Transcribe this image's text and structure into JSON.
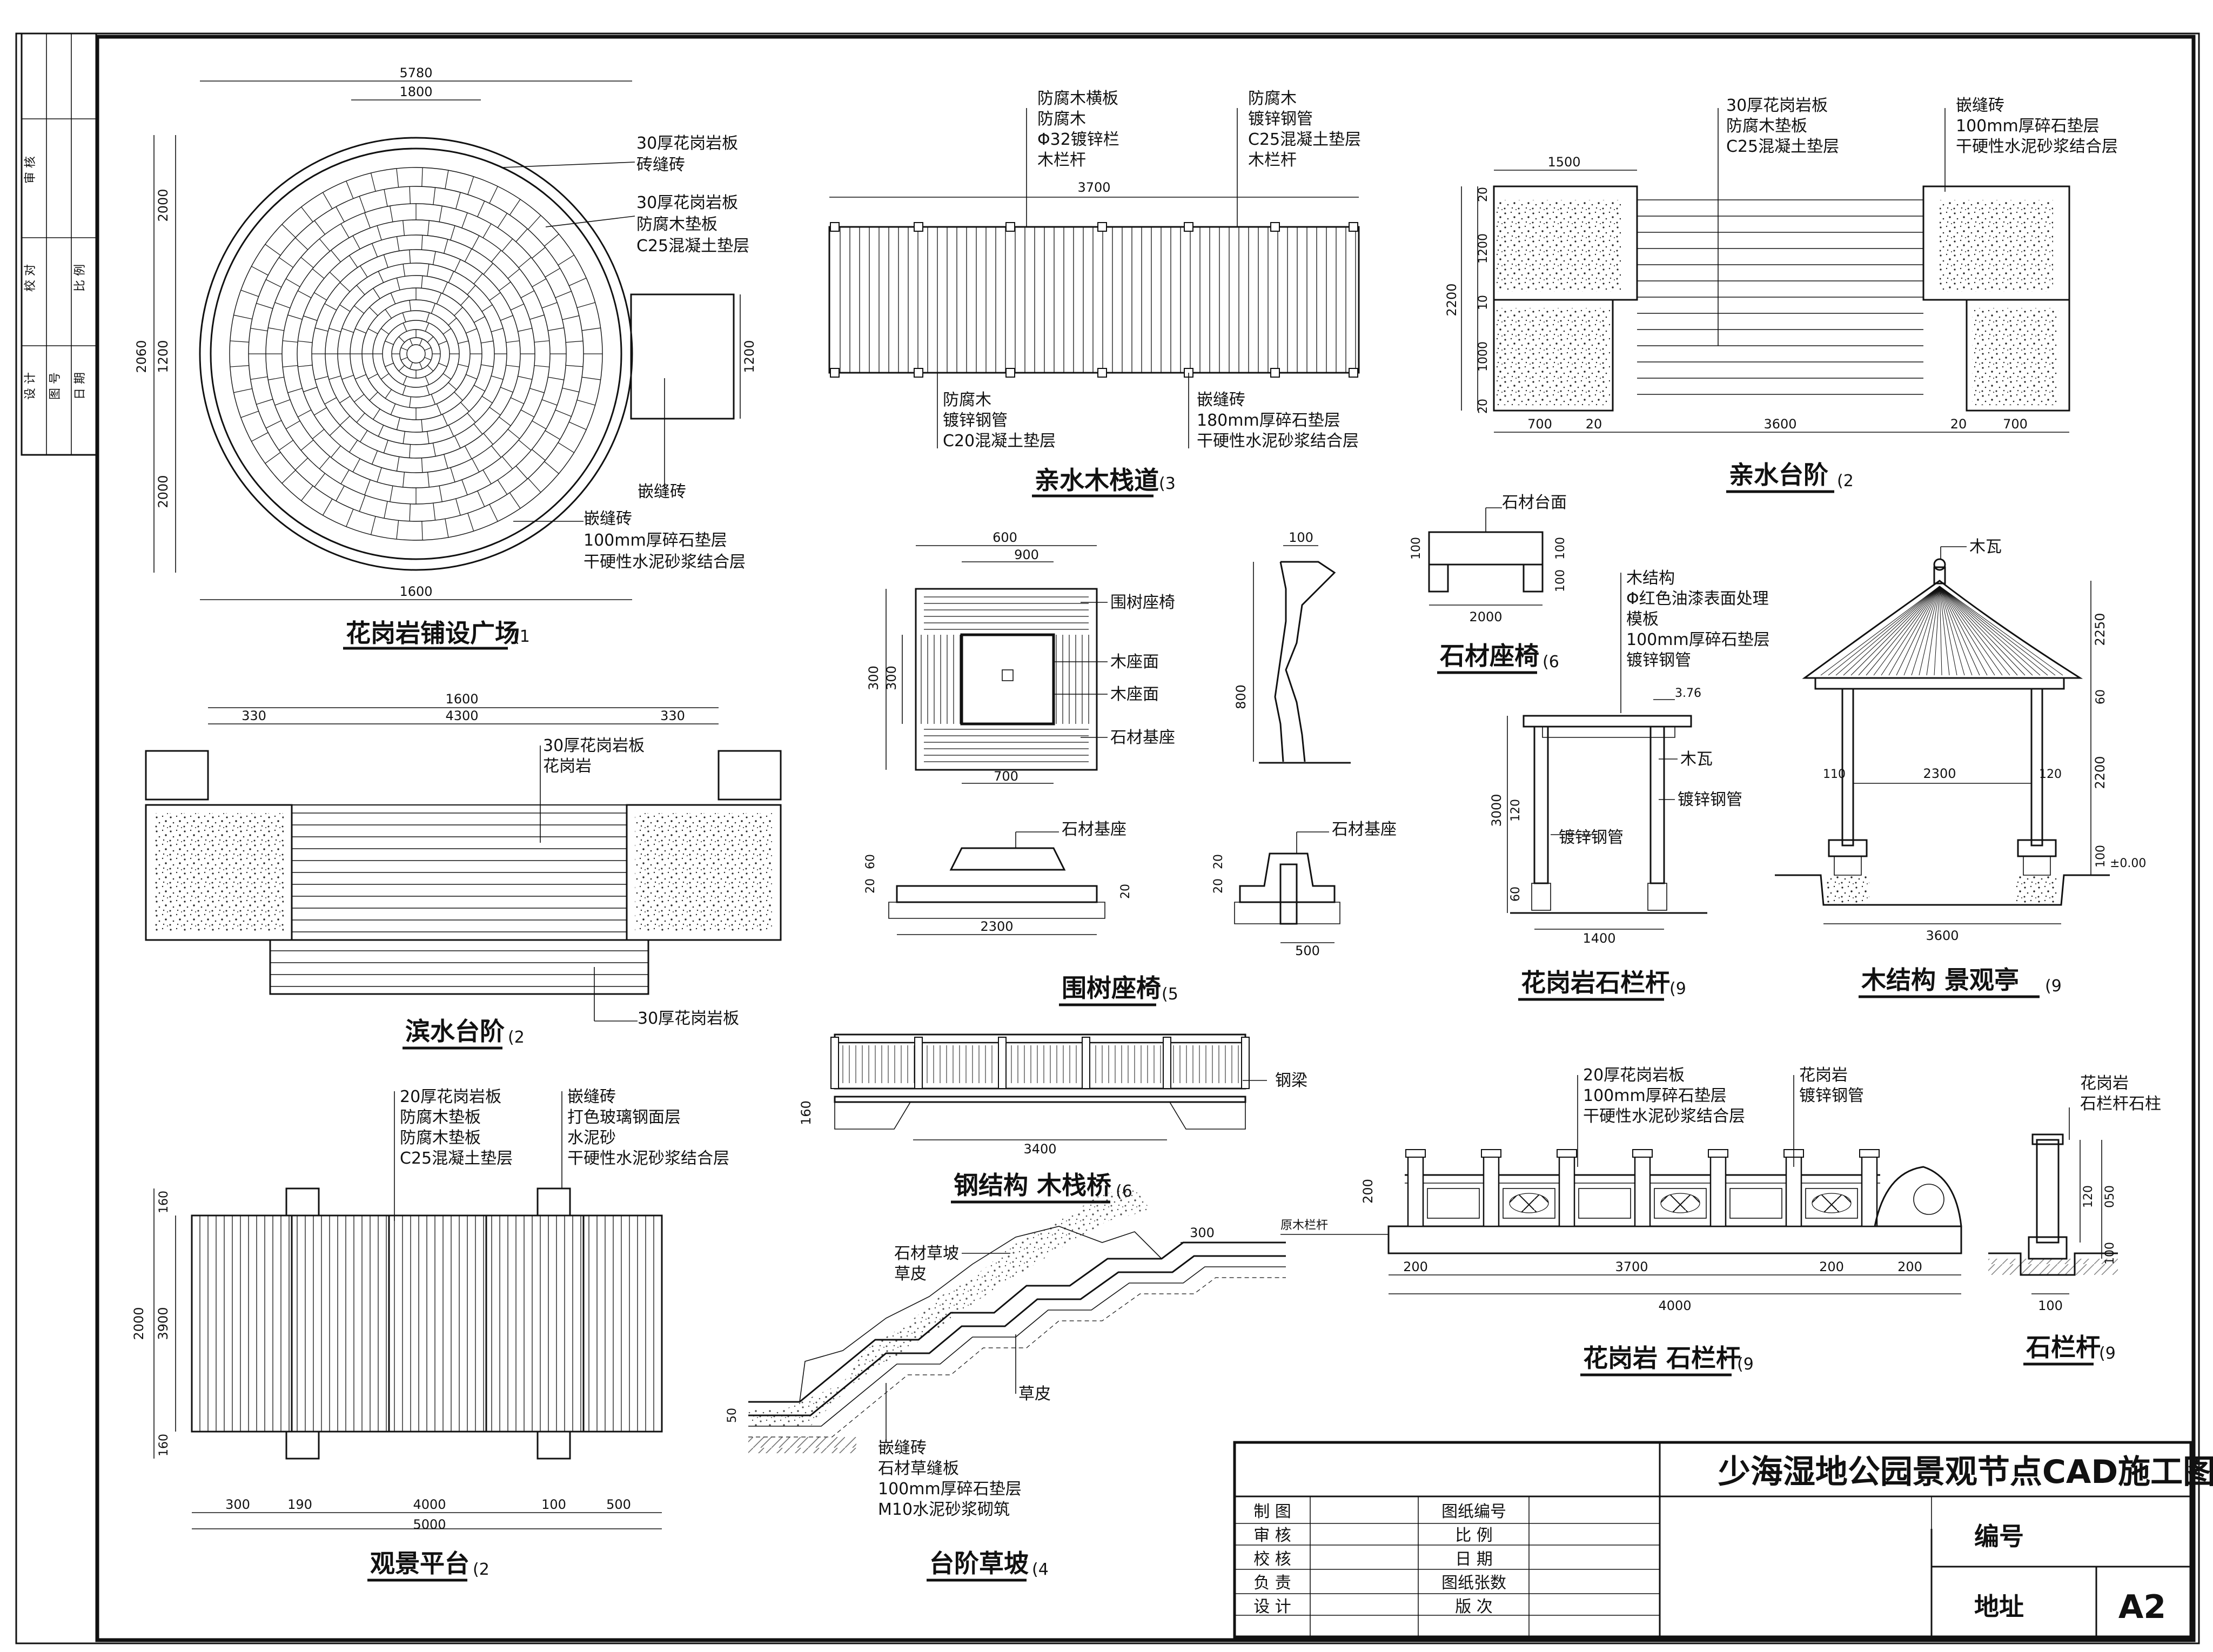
{
  "sheet": {
    "project_title": "少海湿地公园景观节点CAD施工图",
    "drawing_no_label": "编号",
    "address_label": "地址",
    "sheet_no": "A2"
  },
  "side_strip": [
    "审 核",
    "校 对",
    "设 计",
    "图 号",
    "日 期",
    "比 例"
  ],
  "title_block_rows": [
    {
      "a": "制 图",
      "b": "",
      "c": "图纸编号",
      "d": ""
    },
    {
      "a": "审 核",
      "b": "",
      "c": "比 例",
      "d": ""
    },
    {
      "a": "校 核",
      "b": "",
      "c": "日 期",
      "d": ""
    },
    {
      "a": "负 责",
      "b": "",
      "c": "图纸张数",
      "d": ""
    },
    {
      "a": "设 计",
      "b": "",
      "c": "版 次",
      "d": ""
    }
  ],
  "details": {
    "plaza": {
      "title": "花岗岩铺设广场",
      "tag": "(1",
      "dims": {
        "top": "5780",
        "top_inner": "1800",
        "bottom": "1600",
        "left_total": "2060",
        "left_a": "2000",
        "left_b": "1200",
        "left_c": "2000",
        "right": "1200"
      },
      "labels": [
        "30厚花岗岩板",
        "砖缝砖",
        "30厚花岗岩板",
        "防腐木垫板",
        "C25混凝土垫层",
        "嵌缝砖",
        "嵌缝砖",
        "100mm厚碎石垫层",
        "干硬性水泥砂浆结合层"
      ]
    },
    "boardwalk": {
      "title": "亲水木栈道",
      "tag": "(3",
      "dim_top": "3700",
      "labels_top_a": [
        "防腐木横板",
        "防腐木",
        "Φ32镀锌栏",
        "木栏杆"
      ],
      "labels_top_b": [
        "防腐木",
        "镀锌钢管",
        "C25混凝土垫层",
        "木栏杆"
      ],
      "labels_bottom_a": [
        "防腐木",
        "镀锌钢管",
        "C20混凝土垫层"
      ],
      "labels_bottom_b": [
        "嵌缝砖",
        "180mm厚碎石垫层",
        "干硬性水泥砂浆结合层"
      ]
    },
    "water_steps_a": {
      "title": "亲水台阶",
      "tag": "(2",
      "dims_top": "1500",
      "dims_bottom": [
        "700",
        "20",
        "3600",
        "20",
        "700"
      ],
      "dims_left": [
        "20",
        "1200",
        "10",
        "1000",
        "20"
      ],
      "dim_left_total": "2200",
      "labels_a": [
        "30厚花岗岩板",
        "防腐木垫板",
        "C25混凝土垫层"
      ],
      "labels_b": [
        "嵌缝砖",
        "100mm厚碎石垫层",
        "干硬性水泥砂浆结合层"
      ]
    },
    "tree_bench": {
      "title": "围树座椅",
      "tag": "(5",
      "dims": [
        "600",
        "900",
        "300",
        "300",
        "700",
        "100",
        "800",
        "2300",
        "500",
        "20",
        "60",
        "20",
        "20",
        "20"
      ],
      "labels": [
        "围树座椅",
        "木座面",
        "木座面",
        "石材基座",
        "石材基座",
        "石材基座"
      ]
    },
    "stone_seat": {
      "title": "石材座椅",
      "tag": "(6",
      "dims": [
        "100",
        "100",
        "100",
        "2000"
      ],
      "label": "石材台面"
    },
    "pergola": {
      "title": "花岗岩石栏杆",
      "tag": "(9",
      "dims": [
        "3.76",
        "3000",
        "120",
        "60",
        "1400"
      ],
      "labels": [
        "木结构",
        "Φ红色油漆表面处理",
        "模板",
        "100mm厚碎石垫层",
        "镀锌钢管",
        "木瓦",
        "镀锌钢管",
        "镀锌钢管"
      ]
    },
    "pavilion": {
      "title": "木结构 景观亭",
      "tag": "(9",
      "top_label": "木瓦",
      "dims": [
        "2250",
        "60",
        "2200",
        "100",
        "110",
        "2300",
        "120",
        "3600"
      ],
      "level": "±0.00"
    },
    "water_steps_b": {
      "title": "滨水台阶",
      "tag": "(2",
      "dims_top": [
        "1600",
        "330",
        "4300",
        "330"
      ],
      "labels": [
        "30厚花岗岩板",
        "花岗岩",
        "30厚花岗岩板"
      ]
    },
    "bridge": {
      "title": "钢结构 木栈桥",
      "tag": "(6",
      "dims": [
        "160",
        "3400"
      ],
      "label": "钢梁"
    },
    "railing": {
      "title": "花岗岩 石栏杆",
      "tag": "(9",
      "dims": [
        "200",
        "3700",
        "200",
        "200",
        "4000",
        "200"
      ],
      "labels_a": [
        "20厚花岗岩板",
        "100mm厚碎石垫层",
        "干硬性水泥砂浆结合层"
      ],
      "labels_b": [
        "花岗岩",
        "镀锌钢管"
      ],
      "side_label": "原木栏杆"
    },
    "baluster": {
      "title": "石栏杆",
      "tag": "(9",
      "dims": [
        "120",
        "050",
        "100",
        "100"
      ],
      "labels": [
        "花岗岩",
        "石栏杆石柱"
      ]
    },
    "platform": {
      "title": "观景平台",
      "tag": "(2",
      "dims_left": [
        "160",
        "2000",
        "3900",
        "160"
      ],
      "dims_bottom": [
        "300",
        "190",
        "4000",
        "100",
        "500"
      ],
      "dim_total": "5000",
      "labels_a": [
        "20厚花岗岩板",
        "防腐木垫板",
        "防腐木垫板",
        "C25混凝土垫层"
      ],
      "labels_b": [
        "嵌缝砖",
        "打色玻璃钢面层",
        "水泥砂",
        "干硬性水泥砂浆结合层"
      ]
    },
    "grass_slope": {
      "title": "台阶草坡",
      "tag": "(4",
      "dims": [
        "300",
        "50"
      ],
      "labels_top": [
        "石材草坡",
        "草皮"
      ],
      "label_mid": "草皮",
      "labels_bottom": [
        "嵌缝砖",
        "石材草缝板",
        "100mm厚碎石垫层",
        "M10水泥砂浆砌筑"
      ]
    }
  }
}
